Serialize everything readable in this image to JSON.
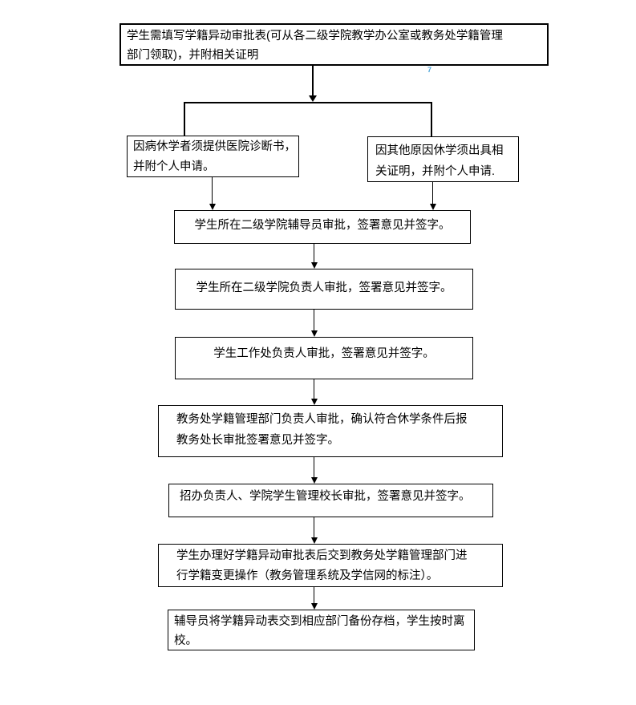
{
  "colors": {
    "background": "#ffffff",
    "line": "#000000",
    "box_border": "#000000",
    "text": "#000000",
    "annotation_blue": "#4da6d9"
  },
  "annotation": {
    "text": "7"
  },
  "boxes": {
    "fill_form": {
      "lines": [
        "学生需填写学籍异动审批表(可从各二级学院教学办公室或教务处学籍管理",
        "部门领取)，并附相关证明"
      ]
    },
    "sick_leave": {
      "lines": [
        "因病休学者须提供医院诊断书，",
        "并附个人申请。"
      ]
    },
    "other_reason": {
      "lines": [
        "因其他原因休学须出具相",
        "关证明，并附个人申请."
      ]
    },
    "counselor": {
      "text": "学生所在二级学院辅导员审批，签署意见并签字。"
    },
    "college_head": {
      "text": "学生所在二级学院负责人审批，签署意见并签字。"
    },
    "student_affairs": {
      "text": "学生工作处负责人审批，签署意见并签字。"
    },
    "registrar": {
      "lines": [
        "教务处学籍管理部门负责人审批，确认符合休学条件后报",
        "教务处长审批签署意见并签字。"
      ]
    },
    "admissions_president": {
      "text": "招办负责人、学院学生管理校长审批，签署意见并签字。"
    },
    "registration_change": {
      "lines": [
        "学生办理好学籍异动审批表后交到教务处学籍管理部门进",
        "行学籍变更操作（教务管理系统及学信网的标注）。"
      ]
    },
    "filing_departure": {
      "lines": [
        "辅导员将学籍异动表交到相应部门备份存档，学生按时离",
        "校。"
      ]
    }
  }
}
